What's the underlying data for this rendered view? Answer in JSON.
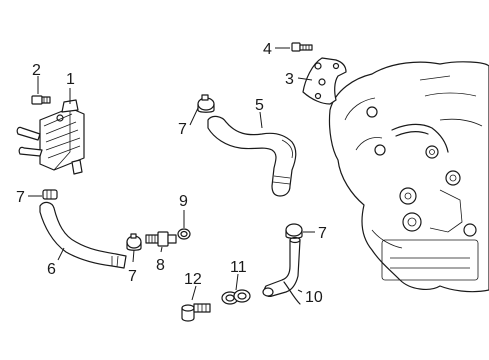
{
  "callouts": [
    {
      "id": "c1",
      "label": "1"
    },
    {
      "id": "c2",
      "label": "2"
    },
    {
      "id": "c3",
      "label": "3"
    },
    {
      "id": "c4",
      "label": "4"
    },
    {
      "id": "c5",
      "label": "5"
    },
    {
      "id": "c6",
      "label": "6"
    },
    {
      "id": "c7a",
      "label": "7"
    },
    {
      "id": "c7b",
      "label": "7"
    },
    {
      "id": "c7c",
      "label": "7"
    },
    {
      "id": "c7d",
      "label": "7"
    },
    {
      "id": "c8",
      "label": "8"
    },
    {
      "id": "c9",
      "label": "9"
    },
    {
      "id": "c10",
      "label": "10"
    },
    {
      "id": "c11",
      "label": "11"
    },
    {
      "id": "c12",
      "label": "12"
    }
  ]
}
